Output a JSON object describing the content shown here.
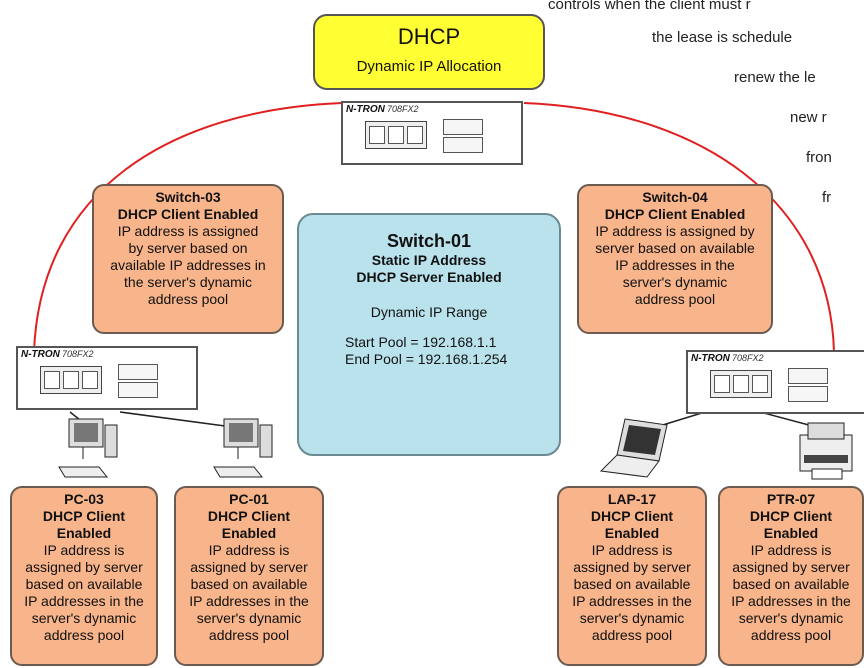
{
  "background_text": [
    "controls when the client must r",
    "the lease is schedule",
    "renew the le",
    "new r",
    "fron",
    "fr"
  ],
  "title": {
    "line1": "DHCP",
    "line2": "Dynamic IP Allocation"
  },
  "switch_model": {
    "brand": "N-TRON",
    "model": "708FX2"
  },
  "server": {
    "name": "Switch-01",
    "line1": "Static IP Address",
    "line2": "DHCP Server Enabled",
    "range_label": "Dynamic IP Range",
    "start_pool": "Start Pool = 192.168.1.1",
    "end_pool": "End Pool  = 192.168.1.254"
  },
  "switch03": {
    "name": "Switch-03",
    "role": "DHCP Client Enabled",
    "desc": [
      "IP address is assigned",
      "by server based on",
      "available IP addresses in",
      "the server's dynamic",
      "address pool"
    ]
  },
  "switch04": {
    "name": "Switch-04",
    "role": "DHCP Client Enabled",
    "desc": [
      "IP address is assigned by",
      "server based on available",
      "IP addresses in the",
      "server's dynamic",
      "address pool"
    ]
  },
  "clients": [
    {
      "name": "PC-03",
      "role1": "DHCP Client",
      "role2": "Enabled",
      "desc": [
        "IP address is",
        "assigned by server",
        "based on available",
        "IP addresses in the",
        "server's dynamic",
        "address pool"
      ]
    },
    {
      "name": "PC-01",
      "role1": "DHCP Client",
      "role2": "Enabled",
      "desc": [
        "IP address is",
        "assigned by server",
        "based on available",
        "IP addresses in the",
        "server's dynamic",
        "address pool"
      ]
    },
    {
      "name": "LAP-17",
      "role1": "DHCP Client",
      "role2": "Enabled",
      "desc": [
        "IP address is",
        "assigned by server",
        "based on available",
        "IP addresses in the",
        "server's dynamic",
        "address pool"
      ]
    },
    {
      "name": "PTR-07",
      "role1": "DHCP Client",
      "role2": "Enabled",
      "desc": [
        "IP address is",
        "assigned by server",
        "based on available",
        "IP addresses in the",
        "server's dynamic",
        "address pool"
      ]
    }
  ],
  "colors": {
    "title_fill": "#ffff33",
    "node_fill": "#f8b48a",
    "server_fill": "#b9e2ec",
    "link": "#e02020"
  }
}
